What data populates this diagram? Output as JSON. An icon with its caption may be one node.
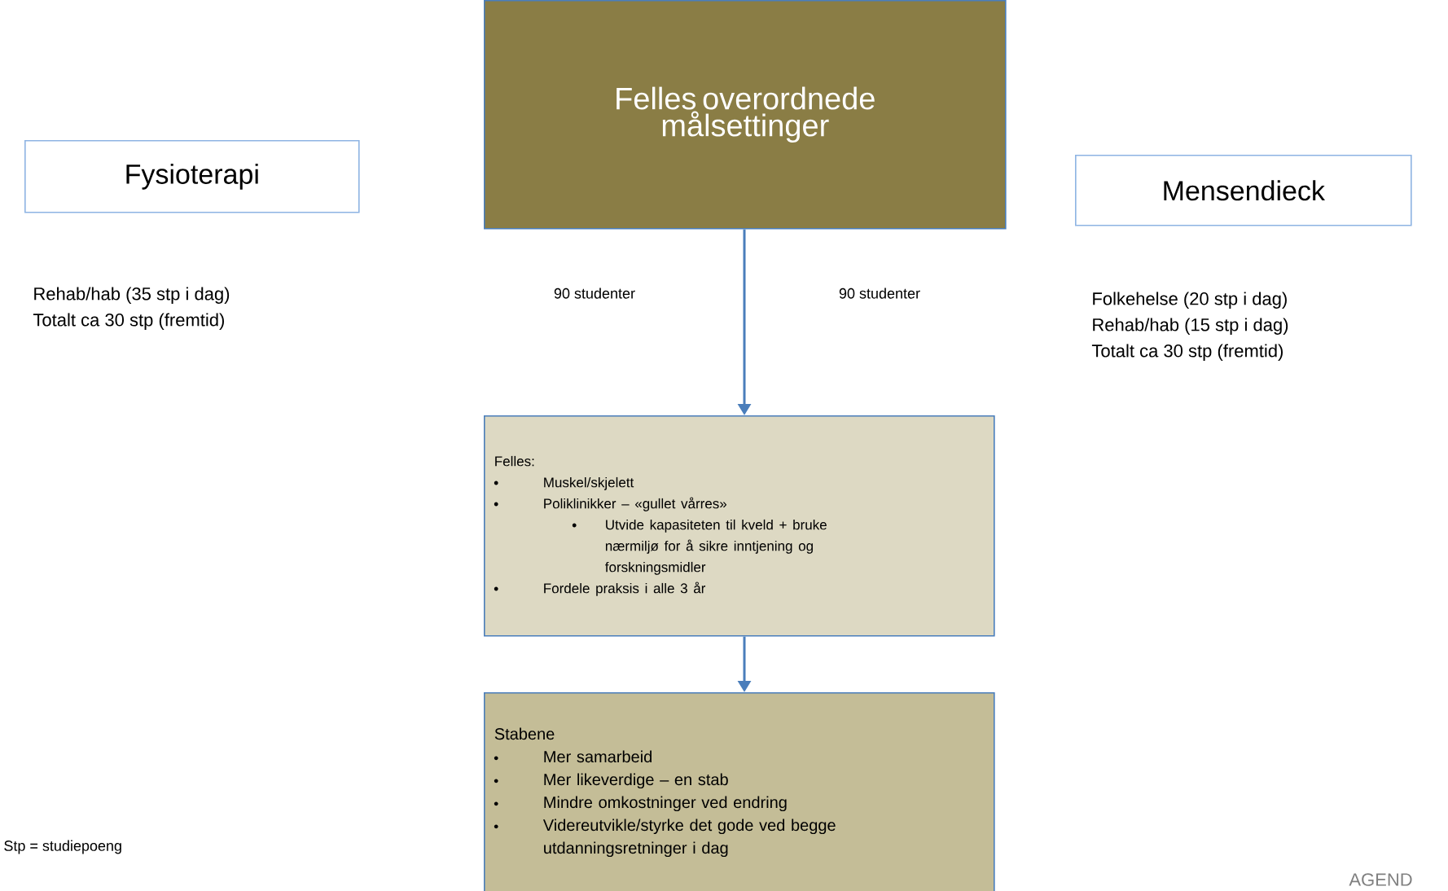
{
  "diagram": {
    "nodes": [
      {
        "text": [
          "Felles overordnede målsettinger"
        ]
      },
      {
        "text": [
          "Fysioterapi"
        ],
        "beside": [
          "Rehab/hab (35 stp i dag)",
          "Totalt ca 30 stp (fremtid)"
        ]
      },
      {
        "text": [
          "Mensendieck"
        ],
        "beside": [
          "Folkehelse (20 stp  i dag)",
          "Rehab/hab (15 stp i dag)",
          "Totalt ca 30 stp (fremtid)"
        ]
      },
      {
        "text": [
          "Felles:",
          "Muskel/skjelett",
          "Poliklinikker – «gullet vårres»",
          "Utvide kapasiteten til kveld + bruke nærmiljø  for å sikre inntjening og forskningsmidler",
          "Fordele praksis i alle 3 år"
        ]
      },
      {
        "text": [
          "Stabene",
          "Mer samarbeid",
          "Mer likeverdige – en stab",
          "Mindre omkostninger ved endring",
          "Videreutvikle/styrke det gode ved begge utdanningsretninger i dag"
        ]
      }
    ],
    "edges": [
      {
        "from": 0,
        "to": 3,
        "arrow": "to"
      },
      {
        "from": 3,
        "to": 4,
        "arrow": "to"
      }
    ],
    "labels": [
      "90 studenter",
      "90 studenter",
      "Stp = studiepoeng",
      "AGEND"
    ]
  }
}
